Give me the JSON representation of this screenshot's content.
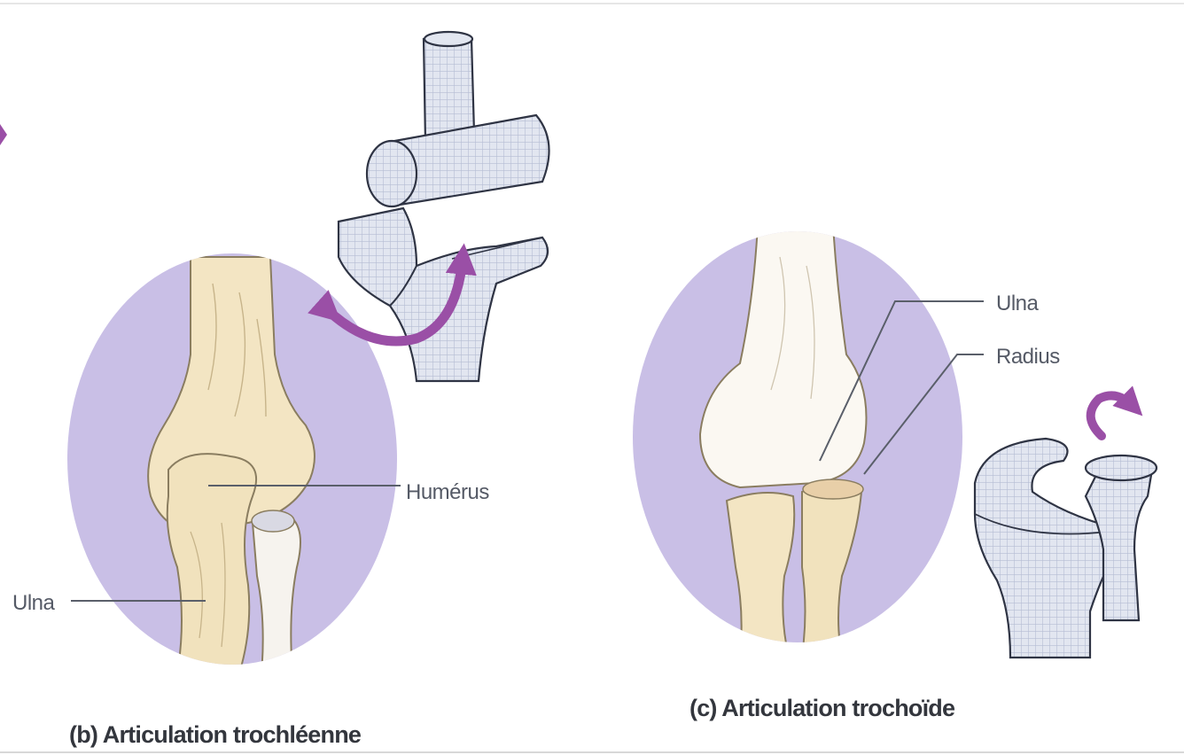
{
  "panel_b": {
    "caption": "(b) Articulation trochléenne",
    "labels": {
      "humerus": "Humérus",
      "ulna": "Ulna"
    }
  },
  "panel_c": {
    "caption": "(c) Articulation trochoïde",
    "labels": {
      "ulna": "Ulna",
      "radius": "Radius"
    }
  },
  "colors": {
    "circle": "#c9bfe6",
    "bone": "#f3e5c3",
    "bone_outline": "#8a7d60",
    "model_fill": "#dfe3ee",
    "model_grid": "#b4bcd4",
    "arrow": "#9a4fa6"
  }
}
